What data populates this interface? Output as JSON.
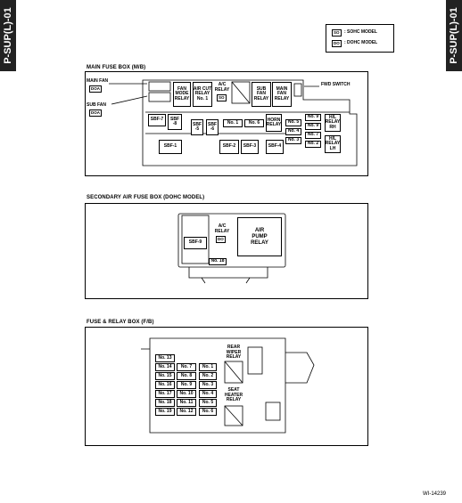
{
  "side_label": "P-SUP(L)-01",
  "legend": {
    "so_tag": "SO",
    "so_text": ": SOHC MODEL",
    "do_tag": "DO",
    "do_text": ": DOHC MODEL"
  },
  "main_fuse_box": {
    "title": "MAIN FUSE BOX (M/B)",
    "main_fan_label": "MAIN FAN",
    "main_fan_tag": "DOA",
    "sub_fan_label": "SUB FAN",
    "sub_fan_tag": "DOA",
    "fwd_switch": "FWD SWITCH",
    "relays": {
      "fan_mode": "FAN\nMODE\nRELAY",
      "air_cut": "AIR CUT\nRELAY\nNo. 1",
      "ac": "A/C\nRELAY",
      "ac_tag": "SO",
      "sub_fan": "SUB\nFAN\nRELAY",
      "main_fan": "MAIN\nFAN\nRELAY",
      "horn": "HORN\nRELAY",
      "hl_rh": "H/L\nRELAY\nRH",
      "hl_lh": "H/L\nRELAY\nLH"
    },
    "fuses": {
      "sbf7": "SBF-7",
      "sbf8": "SBF\n-8",
      "sbf5": "SBF\n-5",
      "sbf6": "SBF\n-6",
      "no1": "No. 1",
      "no6": "No. 6",
      "no5": "No. 5",
      "no4": "No. 4",
      "no3": "No. 3",
      "no9": "No. 9",
      "no9b": "No. 9",
      "no7": "No. 7",
      "no2": "No. 2",
      "sbf1": "SBF-1",
      "sbf2": "SBF-2",
      "sbf3": "SBF-3",
      "sbf4": "SBF-4"
    }
  },
  "secondary_box": {
    "title": "SECONDARY AIR FUSE BOX (DOHC MODEL)",
    "sbf9": "SBF-9",
    "ac_relay": "A/C\nRELAY",
    "ac_tag": "DO",
    "air_pump": "AIR\nPUMP\nRELAY",
    "no18": "No. 18"
  },
  "relay_box": {
    "title": "FUSE & RELAY BOX (F/B)",
    "rear_wiper": "REAR\nWIPER\nRELAY",
    "seat_heater": "SEAT\nHEATER\nRELAY",
    "col_a": [
      "No. 13",
      "No. 14",
      "No. 15",
      "No. 16",
      "No. 17",
      "No. 18",
      "No. 19"
    ],
    "col_b": [
      "No. 7",
      "No. 8",
      "No. 9",
      "No. 10",
      "No. 11",
      "No. 12"
    ],
    "col_c": [
      "No. 1",
      "No. 2",
      "No. 3",
      "No. 4",
      "No. 5",
      "No. 6"
    ]
  },
  "figure_id": "WI-14239"
}
